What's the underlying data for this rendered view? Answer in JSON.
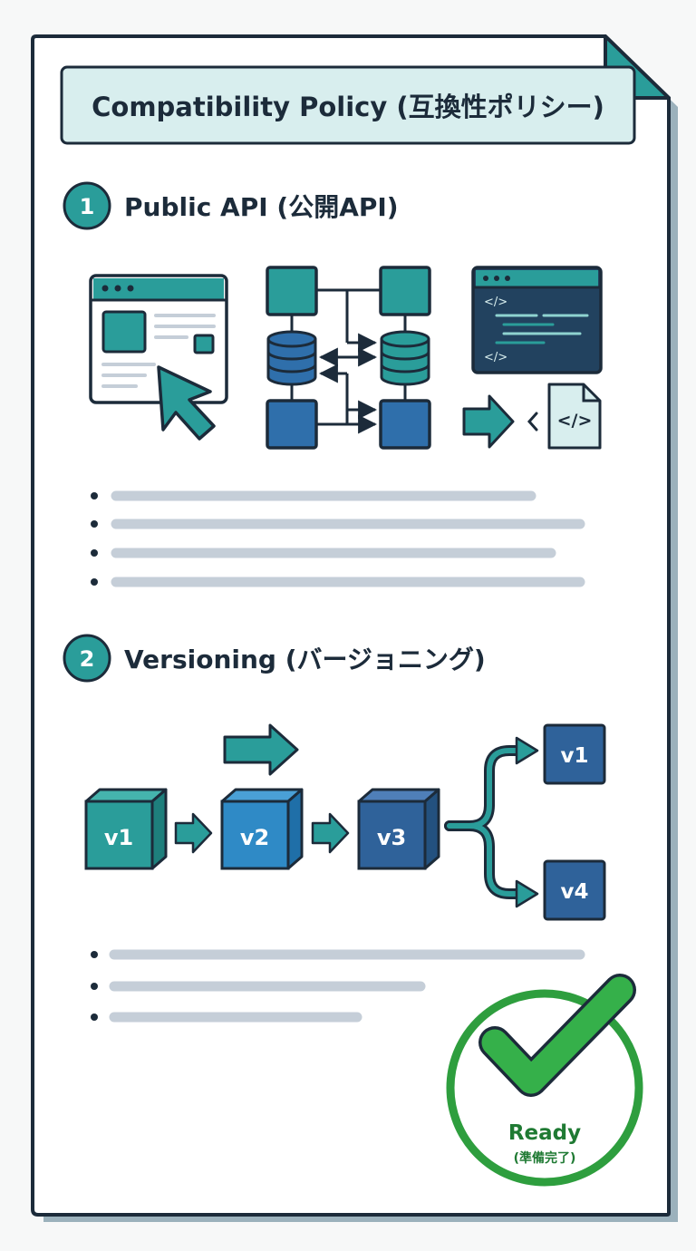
{
  "title": "Compatibility Policy (互換性ポリシー)",
  "sections": [
    {
      "number": "1",
      "heading": "Public API (公開API)"
    },
    {
      "number": "2",
      "heading": "Versioning (バージョニング)"
    }
  ],
  "code_icon_text": "</>",
  "versions": {
    "chain": [
      "v1",
      "v2",
      "v3"
    ],
    "branches": [
      "v1",
      "v4"
    ]
  },
  "badge": {
    "label": "Ready",
    "sublabel": "(準備完了)"
  },
  "colors": {
    "outline": "#1c2b3a",
    "teal": "#2a9d9a",
    "blue": "#2f6fab",
    "light_teal": "#d8eeee",
    "placeholder_line": "#c5ced8",
    "green": "#2e9e3e",
    "page": "#ffffff",
    "shadow": "#9bb1bc"
  }
}
